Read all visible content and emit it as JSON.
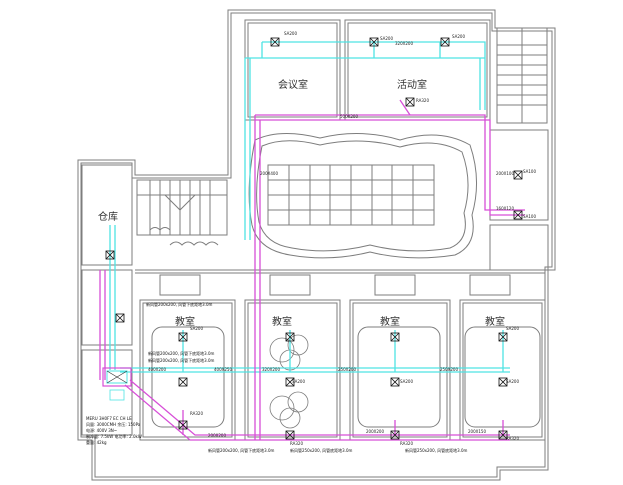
{
  "rooms": {
    "meeting": "会议室",
    "activity": "活动室",
    "warehouse": "仓库",
    "classroom": "教室"
  },
  "equipment": {
    "model": "MERU 3H0F7 EC CH LE",
    "lines": [
      "风量: 3000CMH 余压: 150Pa",
      "电源: 400V 3N~",
      "制冷量: 7.5kW 电功率: 2.0kW",
      "重量: 42kg"
    ]
  },
  "tags": {
    "sa200": "SA200",
    "ra320": "RA320",
    "sa100": "SA100",
    "d400x200": "400X200",
    "d400x250": "400X250",
    "d320x200": "320X200",
    "d250x200": "250X200",
    "d200x200": "200X200",
    "d200x150": "200X150",
    "d160x120": "160X120",
    "d200x100": "200X100",
    "d500x200": "500X200",
    "d200x400": "200X400"
  },
  "notes": {
    "riser": "新风管200x200, 风管下底距地3.0m",
    "branch": "新风管250x200, 风管底距地3.0m"
  },
  "colors": {
    "wall": "#7d7d7d",
    "supply_duct": "#4fe3e3",
    "return_duct": "#d74fd7",
    "outlet": "#111111"
  }
}
